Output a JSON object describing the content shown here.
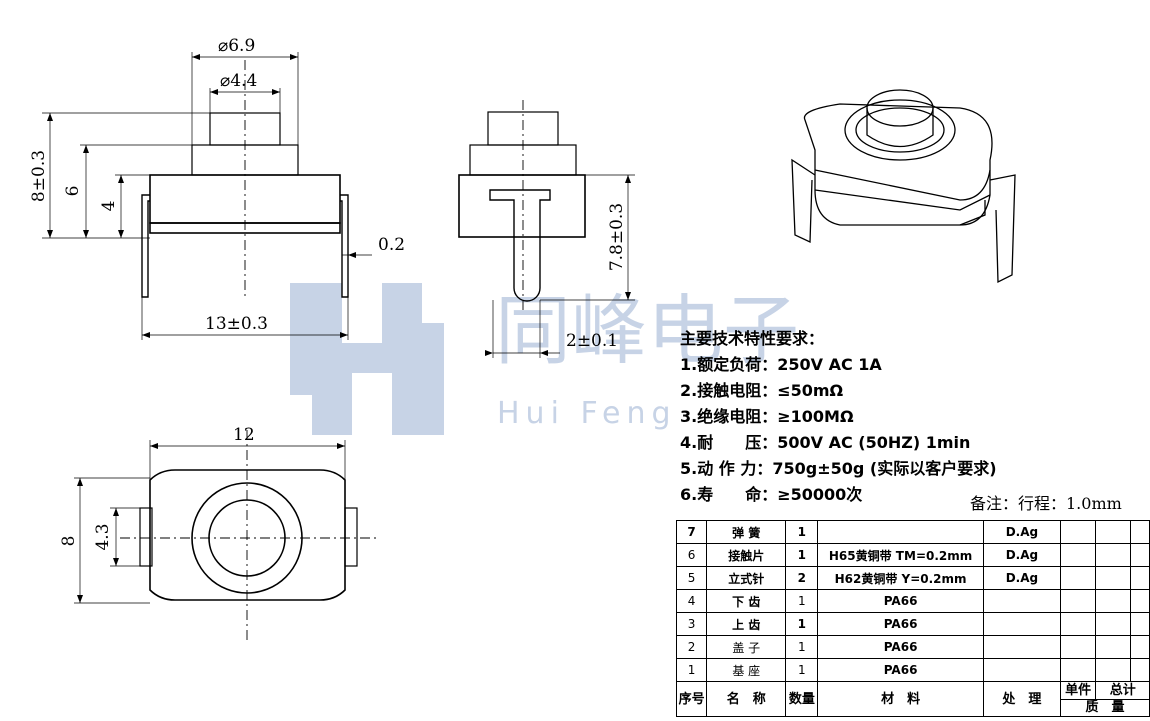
{
  "dimensions": {
    "top_outer_dia": "⌀6.9",
    "top_inner_dia": "⌀4.4",
    "height_total": "8±0.3",
    "height_6": "6",
    "height_4": "4",
    "pin_thickness": "0.2",
    "pin_span": "13±0.3",
    "side_pin_len": "7.8±0.3",
    "side_pin_width": "2±0.1",
    "bottom_width": "12",
    "bottom_height": "8",
    "bottom_inner": "4.3"
  },
  "watermark": {
    "cn": "同峰电子",
    "en": "Hui Feng"
  },
  "specs": {
    "title": "主要技术特性要求：",
    "items": [
      "1.额定负荷：250V AC 1A",
      "2.接触电阻：≤50mΩ",
      "3.绝缘电阻：≥100MΩ",
      "4.耐　　压：500V AC (50HZ) 1min",
      "5.动 作 力：750g±50g (实际以客户要求)",
      "6.寿　　命：≥50000次"
    ]
  },
  "note": "备注：行程：1.0mm",
  "bom": {
    "rows": [
      {
        "no": "7",
        "name": "弹 簧",
        "qty": "1",
        "material": "",
        "treat": "D.Ag"
      },
      {
        "no": "6",
        "name": "接触片",
        "qty": "1",
        "material": "H65黄铜带 TM=0.2mm",
        "treat": "D.Ag"
      },
      {
        "no": "5",
        "name": "立式针",
        "qty": "2",
        "material": "H62黄铜带 Y=0.2mm",
        "treat": "D.Ag"
      },
      {
        "no": "4",
        "name": "下 齿",
        "qty": "1",
        "material": "PA66",
        "treat": ""
      },
      {
        "no": "3",
        "name": "上 齿",
        "qty": "1",
        "material": "PA66",
        "treat": ""
      },
      {
        "no": "2",
        "name": "盖 子",
        "qty": "1",
        "material": "PA66",
        "treat": ""
      },
      {
        "no": "1",
        "name": "基 座",
        "qty": "1",
        "material": "PA66",
        "treat": ""
      }
    ],
    "header": {
      "no": "序号",
      "name": "名　称",
      "qty": "数量",
      "material": "材　料",
      "treat": "处　理",
      "unit": "单件",
      "total": "总计",
      "mass": "质　量"
    }
  }
}
